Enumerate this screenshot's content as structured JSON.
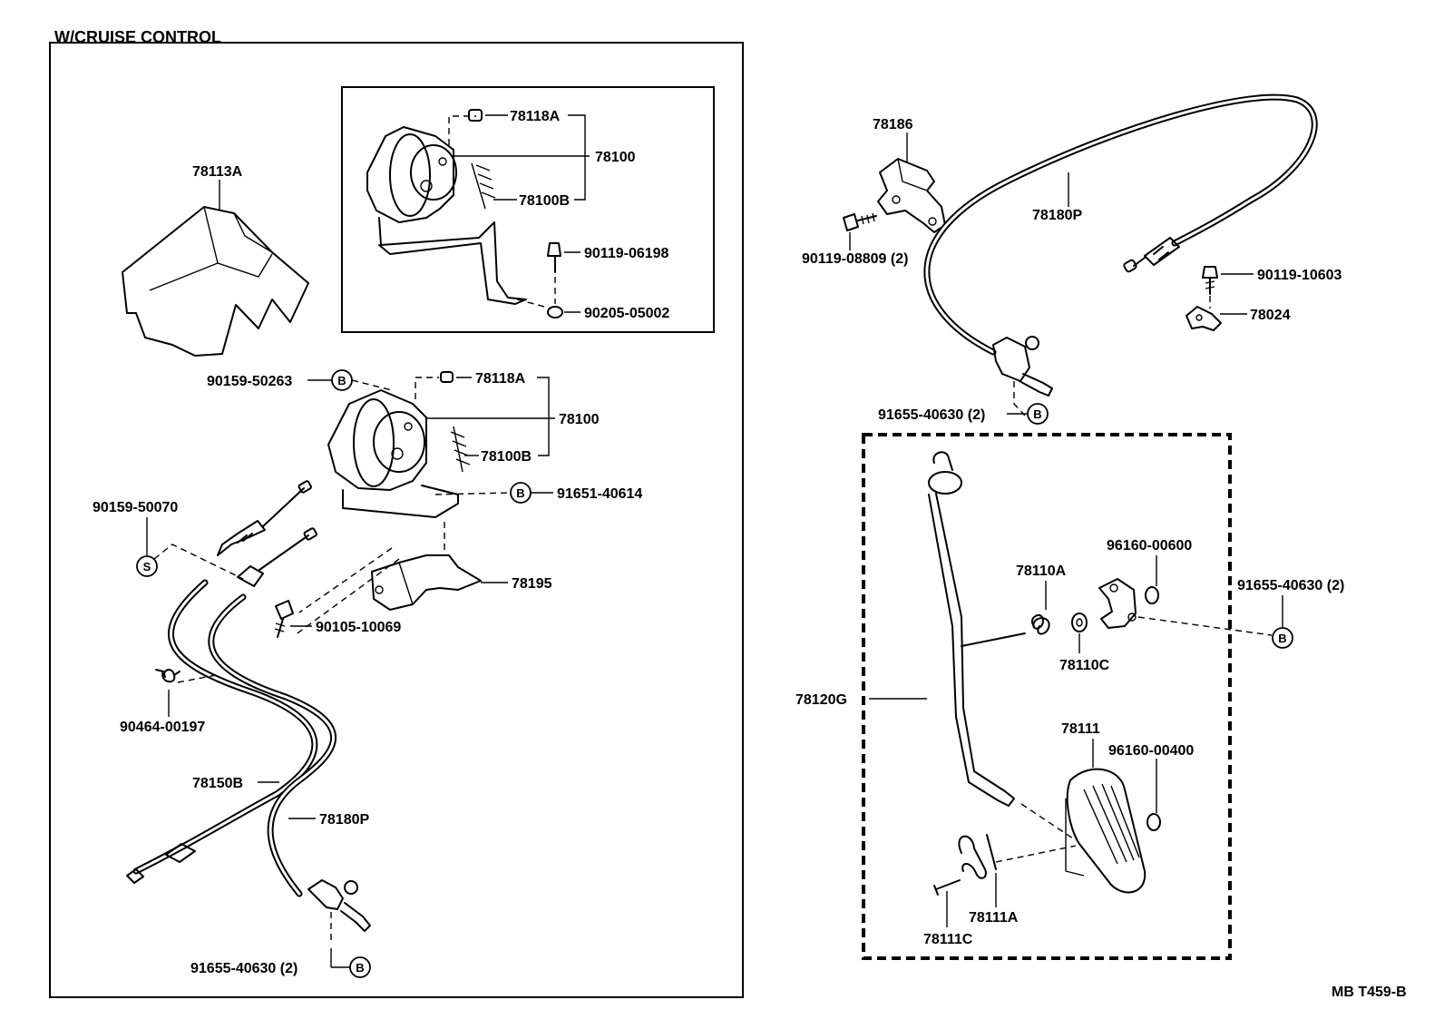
{
  "title": "W/CRUISE CONTROL",
  "code": "MB  T459-B",
  "labels": {
    "p78113A": "78113A",
    "p78118A_a": "78118A",
    "p78100_a": "78100",
    "p78100B_a": "78100B",
    "p90119_06198": "90119-06198",
    "p90205_05002": "90205-05002",
    "p90159_50263": "90159-50263",
    "p78118A_b": "78118A",
    "p78100_b": "78100",
    "p78100B_b": "78100B",
    "p91651_40614": "91651-40614",
    "p90159_50070": "90159-50070",
    "p78195": "78195",
    "p90105_10069": "90105-10069",
    "p90464_00197": "90464-00197",
    "p78150B": "78150B",
    "p78180P_a": "78180P",
    "p91655_40630_a": "91655-40630 (2)",
    "p78186": "78186",
    "p90119_08809": "90119-08809 (2)",
    "p78180P_b": "78180P",
    "p90119_10603": "90119-10603",
    "p78024": "78024",
    "p91655_40630_b": "91655-40630 (2)",
    "p96160_00600": "96160-00600",
    "p78110A": "78110A",
    "p91655_40630_c": "91655-40630 (2)",
    "p78110C": "78110C",
    "p78120G": "78120G",
    "p78111": "78111",
    "p96160_00400": "96160-00400",
    "p78111A": "78111A",
    "p78111C": "78111C"
  },
  "markers": {
    "b": "B",
    "s": "S"
  }
}
